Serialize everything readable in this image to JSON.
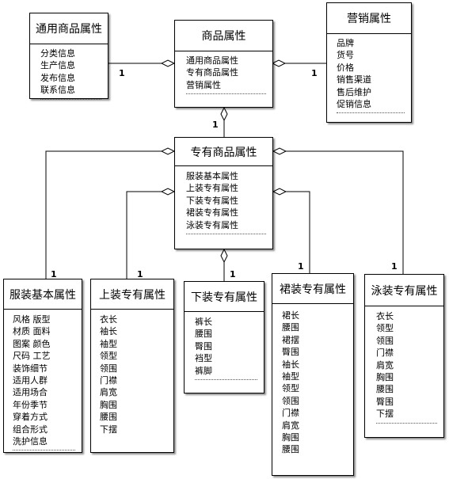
{
  "classes": {
    "general": {
      "title": "通用商品属性",
      "attrs": [
        "分类信息",
        "生产信息",
        "发布信息",
        "联系信息"
      ]
    },
    "product": {
      "title": "商品属性",
      "attrs": [
        "通用商品属性",
        "专有商品属性",
        "营销属性"
      ]
    },
    "marketing": {
      "title": "营销属性",
      "attrs": [
        "品牌",
        "货号",
        "价格",
        "销售渠道",
        "售后维护",
        "促销信息"
      ]
    },
    "specific": {
      "title": "专有商品属性",
      "attrs": [
        "服装基本属性",
        "上装专有属性",
        "下装专有属性",
        "裙装专有属性",
        "泳装专有属性"
      ]
    },
    "basic": {
      "title": "服装基本属性",
      "attrs": [
        "风格 版型",
        "材质 面料",
        "图案 颜色",
        "尺码 工艺",
        "装饰细节",
        "适用人群",
        "适用场合",
        "年份季节",
        "穿着方式",
        "组合形式",
        "洗护信息"
      ]
    },
    "top": {
      "title": "上装专有属性",
      "attrs": [
        "衣长",
        "袖长",
        "袖型",
        "领型",
        "领围",
        "门襟",
        "肩宽",
        "胸围",
        "腰围",
        "下摆"
      ]
    },
    "bottom": {
      "title": "下装专有属性",
      "attrs": [
        "裤长",
        "腰围",
        "臀围",
        "裆型",
        "裤脚"
      ]
    },
    "skirt": {
      "title": "裙装专有属性",
      "attrs": [
        "裙长",
        "腰围",
        "裙摆",
        "臀围",
        "袖长",
        "袖型",
        "领型",
        "领围",
        "门襟",
        "肩宽",
        "胸围",
        "腰围"
      ]
    },
    "swim": {
      "title": "泳装专有属性",
      "attrs": [
        "衣长",
        "领型",
        "领围",
        "门襟",
        "肩宽",
        "胸围",
        "腰围",
        "臀围",
        "下摆"
      ]
    }
  },
  "multiplicities": {
    "general_product": "1",
    "marketing_product": "1",
    "product_specific": "1",
    "specific_basic": "1",
    "specific_top": "1",
    "specific_bottom": "1",
    "specific_skirt": "1",
    "specific_swim": "1"
  }
}
